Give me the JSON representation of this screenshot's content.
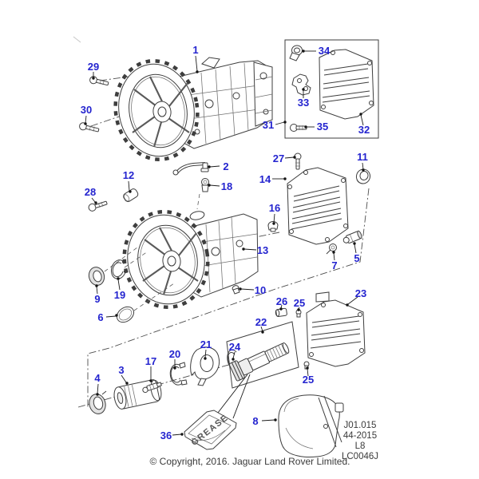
{
  "drawing": {
    "type": "exploded-parts-diagram",
    "subject": "manual transmission / gearbox assembly",
    "callout_color": "#2424cf",
    "line_color": "#3e3e3e",
    "callouts": {
      "c1": "1",
      "c2": "2",
      "c3": "3",
      "c4": "4",
      "c5": "5",
      "c6": "6",
      "c7": "7",
      "c8": "8",
      "c9": "9",
      "c10": "10",
      "c11": "11",
      "c12": "12",
      "c13": "13",
      "c14": "14",
      "c16": "16",
      "c17": "17",
      "c18": "18",
      "c19": "19",
      "c20": "20",
      "c21": "21",
      "c22": "22",
      "c23": "23",
      "c24": "24",
      "c25a": "25",
      "c25b": "25",
      "c26": "26",
      "c27": "27",
      "c28": "28",
      "c29": "29",
      "c30": "30",
      "c31": "31",
      "c32": "32",
      "c33": "33",
      "c34": "34",
      "c35": "35",
      "c36": "36"
    },
    "grease_label": "GREASE"
  },
  "footer": {
    "doc_code": "J01.015",
    "rev_code": "44-2015",
    "sheet_code": "L8",
    "image_code": "LC0046J",
    "copyright": "© Copyright, 2016. Jaguar Land Rover Limited."
  }
}
